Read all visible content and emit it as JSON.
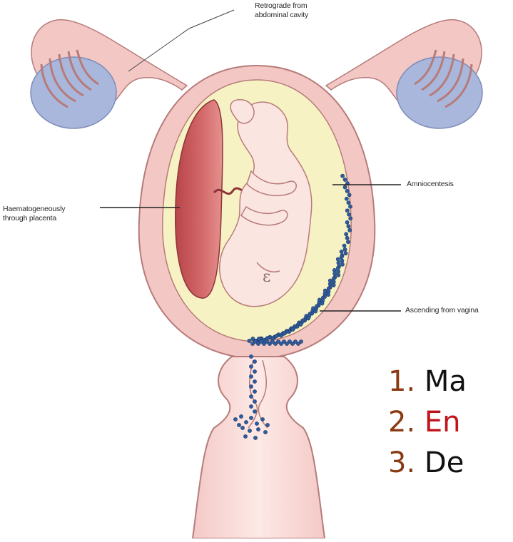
{
  "labels": {
    "retrograde": [
      "Retrograde from",
      "abdominal cavity"
    ],
    "haematogeneous": [
      "Haematogeneously",
      "through placenta"
    ],
    "amniocentesis": "Amniocentesis",
    "ascending": "Ascending from vagina"
  },
  "list": [
    {
      "num": "1.",
      "text": "Ma",
      "color": "#111111"
    },
    {
      "num": "2.",
      "text": "En",
      "color": "#c0141a"
    },
    {
      "num": "3.",
      "text": "De",
      "color": "#111111"
    }
  ],
  "colors": {
    "tissue": "#f2c7c4",
    "tissue_stroke": "#b77b79",
    "placenta": "#c9585a",
    "amniotic": "#f7f2c4",
    "ovary": "#a9b7dc",
    "bacteria": "#2f5c9e",
    "list_number": "#8a3a12"
  }
}
